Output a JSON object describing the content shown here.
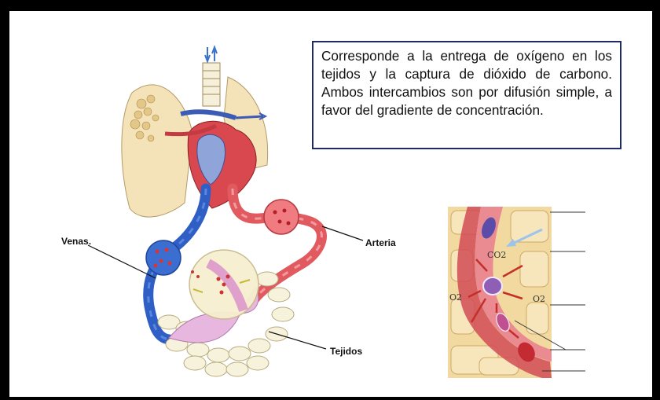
{
  "description_box": {
    "text": "Corresponde a la entrega de oxígeno en los tejidos y la captura de dióxido de carbono. Ambos intercambios son por difusión simple,  a favor del gradiente de concentración."
  },
  "labels": {
    "veins": "Venas.",
    "artery": "Arteria",
    "tissues": "Tejidos"
  },
  "inset_labels": {
    "co2": "CO2",
    "o2_left": "O2",
    "o2_right": "O2"
  },
  "colors": {
    "frame": "#000000",
    "box_border": "#1f2a6b",
    "vein_blue": "#2f5fc4",
    "artery_red": "#e05a5f",
    "tissue_pink": "#e7b7e0",
    "cell_tan": "#efd7a6"
  }
}
